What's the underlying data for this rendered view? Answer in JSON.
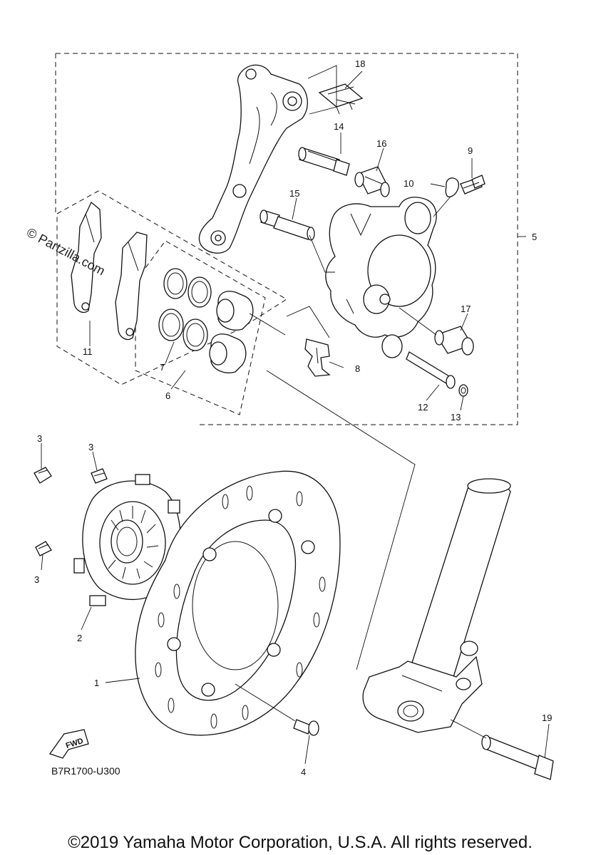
{
  "watermark": "© Partzilla.com",
  "diagram_code": "B7R1700-U300",
  "fwd_label": "FWD",
  "copyright": "©2019 Yamaha Motor Corporation, U.S.A. All rights reserved.",
  "callouts": [
    {
      "id": "c1",
      "label": "1"
    },
    {
      "id": "c2",
      "label": "2"
    },
    {
      "id": "c3a",
      "label": "3"
    },
    {
      "id": "c3b",
      "label": "3"
    },
    {
      "id": "c3c",
      "label": "3"
    },
    {
      "id": "c4",
      "label": "4"
    },
    {
      "id": "c5",
      "label": "5"
    },
    {
      "id": "c6",
      "label": "6"
    },
    {
      "id": "c7",
      "label": "7"
    },
    {
      "id": "c8",
      "label": "8"
    },
    {
      "id": "c9",
      "label": "9"
    },
    {
      "id": "c10",
      "label": "10"
    },
    {
      "id": "c11",
      "label": "11"
    },
    {
      "id": "c12",
      "label": "12"
    },
    {
      "id": "c13",
      "label": "13"
    },
    {
      "id": "c14",
      "label": "14"
    },
    {
      "id": "c15",
      "label": "15"
    },
    {
      "id": "c16",
      "label": "16"
    },
    {
      "id": "c17",
      "label": "17"
    },
    {
      "id": "c18",
      "label": "18"
    },
    {
      "id": "c19",
      "label": "19"
    }
  ]
}
